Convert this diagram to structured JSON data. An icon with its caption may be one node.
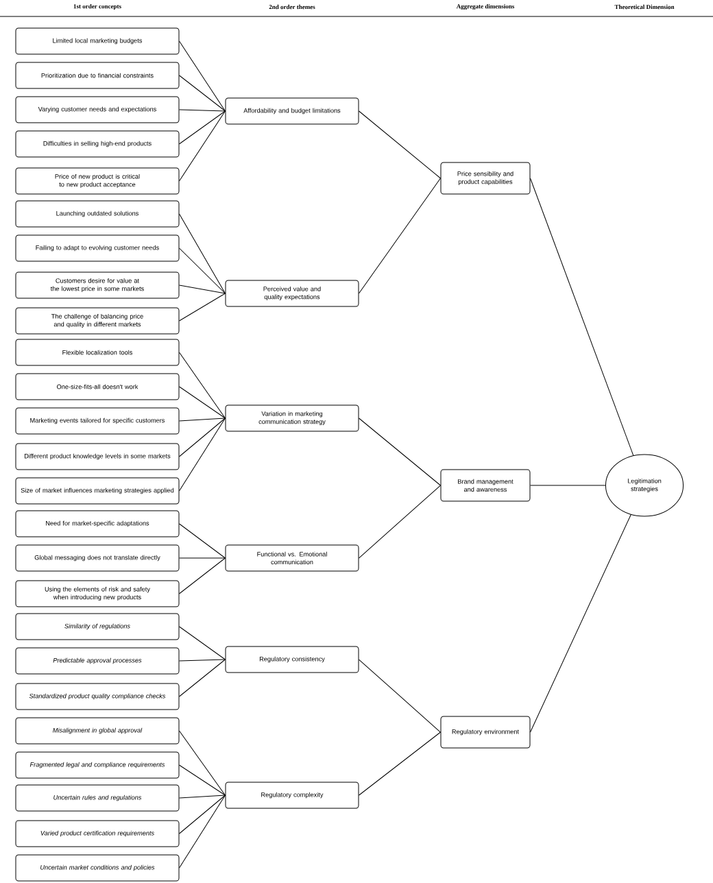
{
  "diagram": {
    "nodes": [
      {
        "text": [
          "Limited local marketing budgets"
        ]
      },
      {
        "text": [
          "Prioritization due to financial constraints"
        ]
      },
      {
        "text": [
          "Varying customer needs and expectations"
        ]
      },
      {
        "text": [
          "Difficulties in selling high-end products"
        ]
      },
      {
        "text": [
          "Price of new product is critical to new product acceptance"
        ]
      },
      {
        "text": [
          "Launching outdated solutions"
        ]
      },
      {
        "text": [
          "Failing to adapt to evolving customer needs"
        ]
      },
      {
        "text": [
          "Customers desire for value at the lowest price in some markets"
        ]
      },
      {
        "text": [
          "The challenge of balancing price and quality in different markets"
        ]
      },
      {
        "text": [
          "Flexible localization tools"
        ]
      },
      {
        "text": [
          "One-size-fits-all doesn't work"
        ]
      },
      {
        "text": [
          "Marketing events tailored for specific customers"
        ]
      },
      {
        "text": [
          "Different product knowledge levels in some markets"
        ]
      },
      {
        "text": [
          "Size of market influences marketing strategies applied"
        ]
      },
      {
        "text": [
          "Need for market-specific adaptations"
        ]
      },
      {
        "text": [
          "Global messaging does not translate directly"
        ]
      },
      {
        "text": [
          "Using the elements of risk and safety when introducing new products"
        ]
      },
      {
        "text": [
          "Similarity of regulations"
        ]
      },
      {
        "text": [
          "Predictable approval processes"
        ]
      },
      {
        "text": [
          "Standardized product quality compliance checks"
        ]
      },
      {
        "text": [
          "Misalignment in global approval"
        ]
      },
      {
        "text": [
          "Fragmented legal and compliance requirements"
        ]
      },
      {
        "text": [
          "Uncertain rules and regulations"
        ]
      },
      {
        "text": [
          "Varied product certification requirements"
        ]
      },
      {
        "text": [
          "Uncertain market conditions and policies"
        ]
      },
      {
        "text": [
          "Affordability and budget limitations"
        ]
      },
      {
        "text": [
          "Perceived value and quality expectations"
        ]
      },
      {
        "text": [
          "Variation in marketing communication strategy"
        ]
      },
      {
        "text": [
          "Functional vs. Emotional communication"
        ]
      },
      {
        "text": [
          "Regulatory consistency"
        ]
      },
      {
        "text": [
          "Regulatory complexity"
        ]
      },
      {
        "text": [
          "Price sensibility and product capabilities"
        ]
      },
      {
        "text": [
          "Brand management and awareness"
        ]
      },
      {
        "text": [
          "Regulatory environment"
        ]
      },
      {
        "text": [
          "Legitimation strategies"
        ]
      }
    ],
    "edges": [
      {
        "from": 0,
        "to": 25,
        "arrow": "none"
      },
      {
        "from": 1,
        "to": 25,
        "arrow": "none"
      },
      {
        "from": 2,
        "to": 25,
        "arrow": "none"
      },
      {
        "from": 3,
        "to": 25,
        "arrow": "none"
      },
      {
        "from": 4,
        "to": 25,
        "arrow": "none"
      },
      {
        "from": 5,
        "to": 26,
        "arrow": "none"
      },
      {
        "from": 6,
        "to": 26,
        "arrow": "none"
      },
      {
        "from": 7,
        "to": 26,
        "arrow": "none"
      },
      {
        "from": 8,
        "to": 26,
        "arrow": "none"
      },
      {
        "from": 9,
        "to": 27,
        "arrow": "none"
      },
      {
        "from": 10,
        "to": 27,
        "arrow": "none"
      },
      {
        "from": 11,
        "to": 27,
        "arrow": "none"
      },
      {
        "from": 12,
        "to": 27,
        "arrow": "none"
      },
      {
        "from": 13,
        "to": 27,
        "arrow": "none"
      },
      {
        "from": 14,
        "to": 28,
        "arrow": "none"
      },
      {
        "from": 15,
        "to": 28,
        "arrow": "none"
      },
      {
        "from": 16,
        "to": 28,
        "arrow": "none"
      },
      {
        "from": 17,
        "to": 29,
        "arrow": "none"
      },
      {
        "from": 18,
        "to": 29,
        "arrow": "none"
      },
      {
        "from": 19,
        "to": 29,
        "arrow": "none"
      },
      {
        "from": 20,
        "to": 30,
        "arrow": "none"
      },
      {
        "from": 21,
        "to": 30,
        "arrow": "none"
      },
      {
        "from": 22,
        "to": 30,
        "arrow": "none"
      },
      {
        "from": 23,
        "to": 30,
        "arrow": "none"
      },
      {
        "from": 24,
        "to": 30,
        "arrow": "none"
      },
      {
        "from": 25,
        "to": 31,
        "arrow": "none"
      },
      {
        "from": 26,
        "to": 31,
        "arrow": "none"
      },
      {
        "from": 27,
        "to": 32,
        "arrow": "none"
      },
      {
        "from": 28,
        "to": 32,
        "arrow": "none"
      },
      {
        "from": 29,
        "to": 33,
        "arrow": "none"
      },
      {
        "from": 30,
        "to": 33,
        "arrow": "none"
      },
      {
        "from": 31,
        "to": 34,
        "arrow": "none"
      },
      {
        "from": 32,
        "to": 34,
        "arrow": "none"
      },
      {
        "from": 33,
        "to": 34,
        "arrow": "none"
      }
    ],
    "labels": [
      "1st order concepts",
      "2nd order themes",
      "Aggregate dimensions",
      "Theoretical Dimension"
    ]
  }
}
